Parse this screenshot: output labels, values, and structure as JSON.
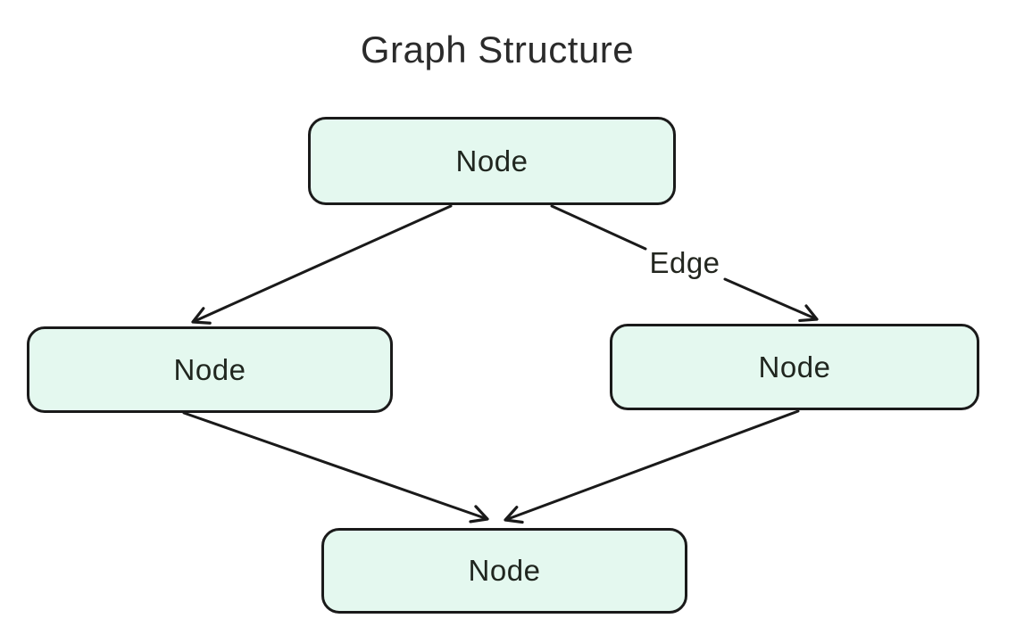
{
  "title": "Graph Structure",
  "diagram": {
    "type": "directed-graph",
    "nodes": [
      {
        "id": "top",
        "label": "Node"
      },
      {
        "id": "left",
        "label": "Node"
      },
      {
        "id": "right",
        "label": "Node"
      },
      {
        "id": "bottom",
        "label": "Node"
      }
    ],
    "edges": [
      {
        "from": "top",
        "to": "left",
        "label": ""
      },
      {
        "from": "top",
        "to": "right",
        "label": "Edge"
      },
      {
        "from": "left",
        "to": "bottom",
        "label": ""
      },
      {
        "from": "right",
        "to": "bottom",
        "label": ""
      }
    ]
  },
  "colors": {
    "background": "#ffffff",
    "node_fill": "#e4f8ef",
    "node_border": "#1a1a1a",
    "line": "#1a1a1a",
    "text": "#2b2b2b"
  }
}
